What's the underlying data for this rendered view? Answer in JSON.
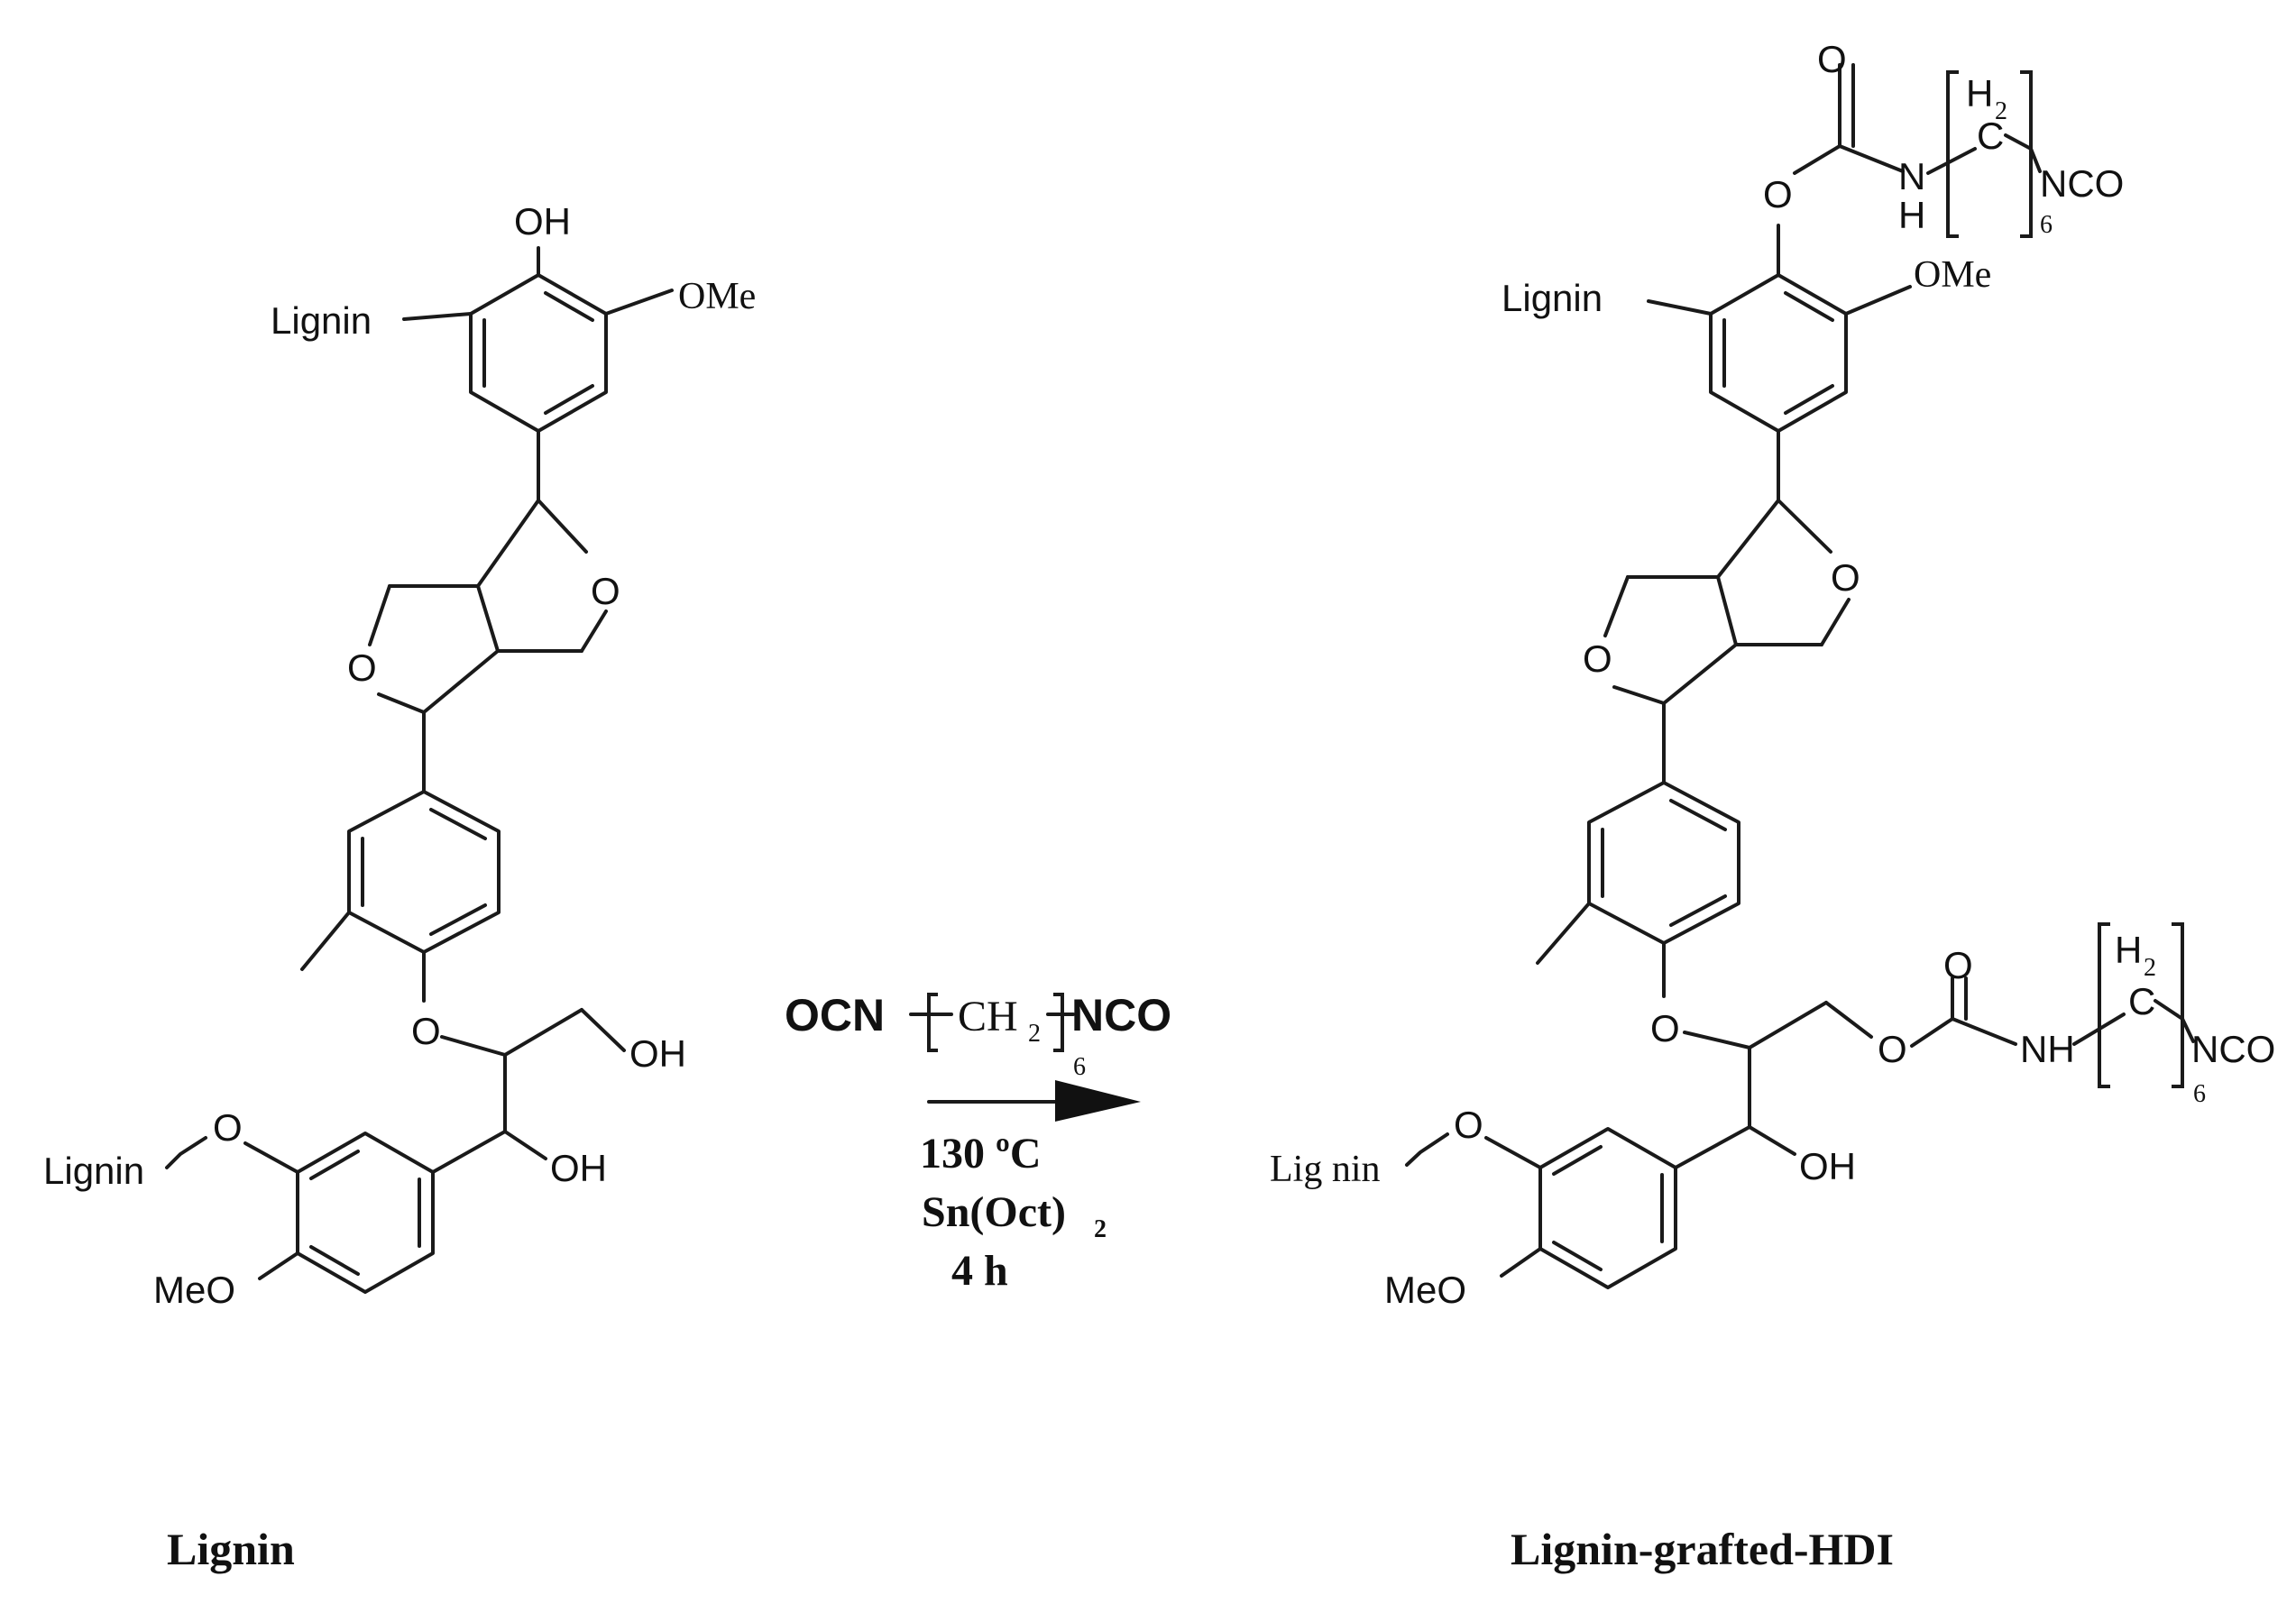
{
  "atoms": {
    "oh": "OH",
    "o": "O",
    "ome_serif": "OMe",
    "meo": "MeO",
    "lignin": "Lignin",
    "lignin_spaced": "Lig nin",
    "h2": "H",
    "h2_sub": "2",
    "c": "C",
    "nh": "NH",
    "n": "N",
    "h": "H",
    "nco": "NCO",
    "six": "6"
  },
  "reagent": {
    "left": "OCN",
    "middle": "CH",
    "middle_sub": "2",
    "right": "NCO",
    "repeat": "6"
  },
  "conditions": {
    "temperature": "130 ºC",
    "catalyst_base": "Sn(Oct)",
    "catalyst_sub": "2",
    "time": "4 h"
  },
  "captions": {
    "reactant": "Lignin",
    "product": "Lignin-grafted-HDI"
  }
}
